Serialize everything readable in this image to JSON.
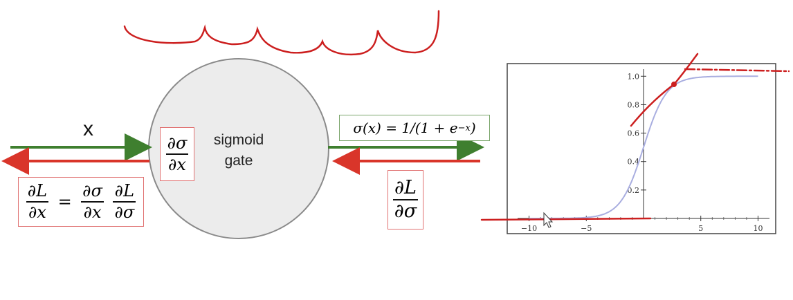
{
  "input": {
    "label": "x"
  },
  "gate": {
    "line1": "sigmoid",
    "line2": "gate"
  },
  "local_gradient": {
    "numerator": "∂σ",
    "denominator": "∂x"
  },
  "output_formula": "σ(x) = 1/(1 + e",
  "output_formula_exponent": "−x",
  "output_formula_close": ")",
  "upstream_gradient": {
    "numerator": "∂L",
    "denominator": "∂σ"
  },
  "chain_rule": {
    "lhs_num": "∂L",
    "lhs_den": "∂x",
    "equals": "=",
    "term1_num": "∂σ",
    "term1_den": "∂x",
    "term2_num": "∂L",
    "term2_den": "∂σ"
  },
  "colors": {
    "forward_arrow": "#3f7f2f",
    "backward_arrow": "#d9352a",
    "gate_fill": "#ececec",
    "box_border_red": "#e07070",
    "box_border_green": "#7aa56a",
    "annotation": "#cc1f1f",
    "curve": "#a9aee0"
  },
  "chart_data": {
    "type": "line",
    "title": "",
    "xlabel": "",
    "ylabel": "",
    "xlim": [
      -11,
      11
    ],
    "ylim": [
      0,
      1.05
    ],
    "x_ticks": [
      -10,
      -5,
      5,
      10
    ],
    "y_ticks": [
      0.2,
      0.4,
      0.6,
      0.8,
      1.0
    ],
    "x_tick_labels": [
      "−10",
      "−5",
      "5",
      "10"
    ],
    "y_tick_labels": [
      "0.2",
      "0.4",
      "0.6",
      "0.8",
      "1.0"
    ],
    "function": "1/(1+exp(-x))",
    "series": [
      {
        "x": [
          -10,
          -8,
          -6,
          -5,
          -4,
          -3,
          -2,
          -1,
          0,
          1,
          2,
          3,
          4,
          5,
          6,
          8,
          10
        ],
        "values": [
          5e-05,
          0.0003,
          0.0025,
          0.0067,
          0.018,
          0.047,
          0.119,
          0.269,
          0.5,
          0.731,
          0.881,
          0.953,
          0.982,
          0.993,
          0.9975,
          0.9997,
          0.99995
        ]
      }
    ],
    "grid": false
  }
}
